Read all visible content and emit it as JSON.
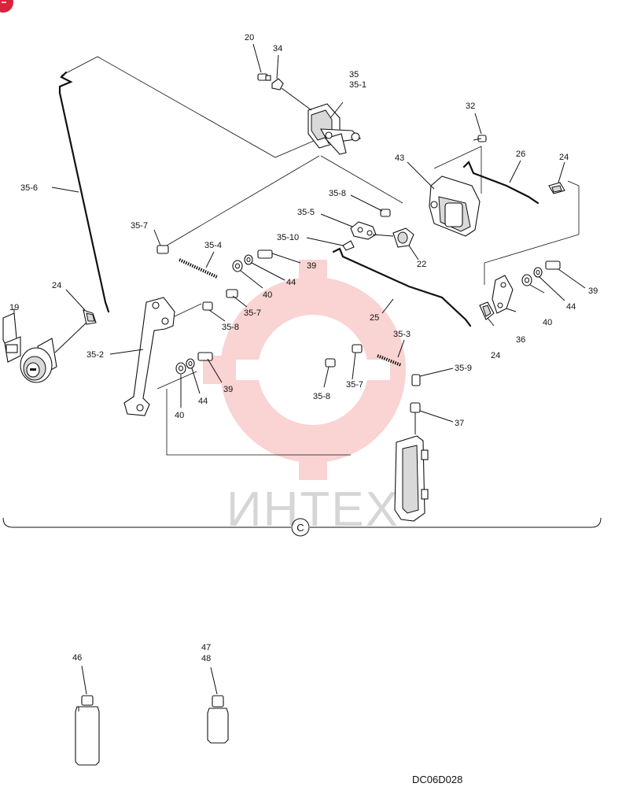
{
  "page_id": "DC06D028",
  "watermark": {
    "text": "ИНТЕХ",
    "color": "#f2a0a0"
  },
  "group_marker": "C",
  "callouts": {
    "p20": "20",
    "p34": "34",
    "p35": "35",
    "p35_1": "35-1",
    "p32": "32",
    "p26": "26",
    "p24_top": "24",
    "p43": "43",
    "p35_6": "35-6",
    "p35_8_top": "35-8",
    "p35_5": "35-5",
    "p35_10": "35-10",
    "p22": "22",
    "p35_7_left": "35-7",
    "p35_4": "35-4",
    "p39_mid": "39",
    "p44_mid": "44",
    "p40_mid": "40",
    "p35_7_mid": "35-7",
    "p35_8_mid": "35-8",
    "p25": "25",
    "p39_right": "39",
    "p44_right": "44",
    "p40_right": "40",
    "p36": "36",
    "p24_right": "24",
    "p24_left": "24",
    "p19": "19",
    "p35_2": "35-2",
    "p39_low": "39",
    "p44_low": "44",
    "p40_low": "40",
    "p35_3": "35-3",
    "p35_9": "35-9",
    "p35_7_low": "35-7",
    "p35_8_low": "35-8",
    "p37": "37",
    "p46": "46",
    "p47": "47",
    "p48": "48"
  }
}
